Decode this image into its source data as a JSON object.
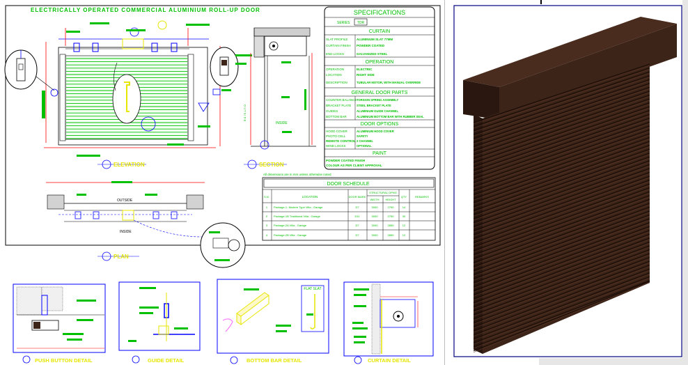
{
  "sheet_title": "ELECTRICALLY OPERATED COMMERCIAL ALUMINIUM ROLL-UP DOOR",
  "views": {
    "elevation": "ELEVATION",
    "section": "SECTION",
    "plan": "PLAN",
    "outside": "OUTSIDE",
    "inside": "INSIDE",
    "outside_vertical": "O U T S I D E"
  },
  "specifications": {
    "title": "SPECIFICATIONS",
    "series_label": "SERIES",
    "series_value": "TDR",
    "curtain": {
      "heading": "CURTAIN",
      "rows": [
        {
          "label": "SLAT PROFILE",
          "value": "ALUMINIUM SLAT 77MM"
        },
        {
          "label": "CURTAIN FINISH",
          "value": "POWDER COATED"
        },
        {
          "label": "END LOCKS",
          "value": "GALVANIZED STEEL"
        }
      ]
    },
    "operation": {
      "heading": "OPERATION",
      "rows": [
        {
          "label": "OPERATION",
          "value": "ELECTRIC"
        },
        {
          "label": "LOCATION",
          "value": "RIGHT SIDE"
        },
        {
          "label": "DESCRIPTION",
          "value": "TUBULAR MOTOR, WITH MANUAL OVERRIDE"
        }
      ]
    },
    "general": {
      "heading": "GENERAL DOOR PARTS",
      "rows": [
        {
          "label": "COUNTER BALANCE",
          "value": "TORSION SPRING ASSEMBLY"
        },
        {
          "label": "BRACKET PLATE",
          "value": "STEEL BRACKET PLATE"
        },
        {
          "label": "GUIDES",
          "value": "ALUMINIUM GUIDE CHANNEL"
        },
        {
          "label": "BOTTOM BAR",
          "value": "ALUMINIUM BOTTOM BAR WITH RUBBER SEAL"
        }
      ]
    },
    "options": {
      "heading": "DOOR OPTIONS",
      "rows": [
        {
          "label": "HOOD COVER",
          "value": "ALUMINIUM HOOD COVER"
        },
        {
          "label": "PHOTO CELL",
          "value": "SAFETY"
        },
        {
          "label": "REMOTE CONTROL",
          "value": "2 CHANNEL"
        },
        {
          "label": "WIND LOCKS",
          "value": "OPTIONAL"
        }
      ]
    },
    "paint": {
      "heading": "PAINT",
      "lines": [
        "POWDER COATED FINISH",
        "COLOUR AS PER CLIENT APPROVAL"
      ]
    }
  },
  "note": "All dimensions are in mm unless otherwise noted",
  "door_schedule": {
    "title": "DOOR SCHEDULE",
    "headers": {
      "sno": "S.N.",
      "location": "LOCATION",
      "door_mark": "DOOR MARK",
      "structural": "STRUCTURAL OPNG",
      "width": "WIDTH",
      "height": "HEIGHT",
      "qty": "QTY",
      "remarks": "REMARKS"
    },
    "rows": [
      {
        "sno": "1",
        "location": "Package-1- Modern Type Villa - Garage",
        "mark": "D7",
        "width": "3000",
        "height": "2750",
        "qty": "14"
      },
      {
        "sno": "2",
        "location": "Package-1B Traditional Villa - Garage",
        "mark": "D11",
        "width": "3000",
        "height": "2750",
        "qty": "30"
      },
      {
        "sno": "3",
        "location": "Package-2A Villa - Garage",
        "mark": "D7",
        "width": "3000",
        "height": "2850",
        "qty": "12"
      },
      {
        "sno": "4",
        "location": "Package-2B Villa - Garage",
        "mark": "D7",
        "width": "3000",
        "height": "2850",
        "qty": "12"
      }
    ]
  },
  "details": [
    {
      "title": "PUSH BUTTON DETAIL"
    },
    {
      "title": "GUIDE DETAIL"
    },
    {
      "title": "BOTTOM BAR DETAIL",
      "tag": "FLAT SLAT"
    },
    {
      "title": "CURTAIN DETAIL"
    }
  ],
  "colors": {
    "frame": "#000000",
    "green": "#00c000",
    "yellow": "#e6e600",
    "red": "#ff0000",
    "blue": "#0000ff",
    "cyan": "#00c8c8",
    "door_brown": "#3d2418",
    "door_dark": "#2a1810",
    "right_bg": "#e6e6e6"
  }
}
